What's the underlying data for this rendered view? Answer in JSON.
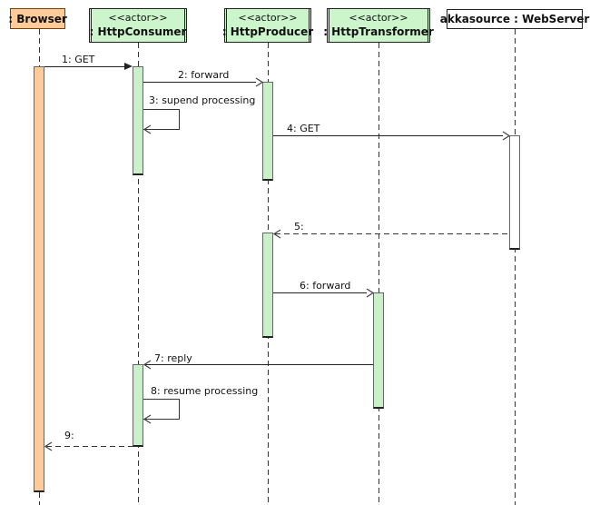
{
  "diagram": {
    "type": "uml-sequence",
    "participants": [
      {
        "id": "browser",
        "stereotype": "",
        "name": ": Browser"
      },
      {
        "id": "consumer",
        "stereotype": "<<actor>>",
        "name": ": HttpConsumer"
      },
      {
        "id": "producer",
        "stereotype": "<<actor>>",
        "name": ": HttpProducer"
      },
      {
        "id": "transformer",
        "stereotype": "<<actor>>",
        "name": ": HttpTransformer"
      },
      {
        "id": "webserver",
        "stereotype": "",
        "name": "akkasource : WebServer"
      }
    ],
    "messages": [
      {
        "label": "1: GET",
        "from": "browser",
        "to": "consumer",
        "line": "solid",
        "arrow": "filled"
      },
      {
        "label": "2: forward",
        "from": "consumer",
        "to": "producer",
        "line": "solid",
        "arrow": "open"
      },
      {
        "label": "3: supend processing",
        "from": "consumer",
        "to": "consumer",
        "line": "solid",
        "arrow": "open",
        "self": true
      },
      {
        "label": "4: GET",
        "from": "producer",
        "to": "webserver",
        "line": "solid",
        "arrow": "open"
      },
      {
        "label": "5:",
        "from": "webserver",
        "to": "producer",
        "line": "dashed",
        "arrow": "open"
      },
      {
        "label": "6: forward",
        "from": "producer",
        "to": "transformer",
        "line": "solid",
        "arrow": "open"
      },
      {
        "label": "7: reply",
        "from": "transformer",
        "to": "consumer",
        "line": "solid",
        "arrow": "open"
      },
      {
        "label": "8: resume processing",
        "from": "consumer",
        "to": "consumer",
        "line": "solid",
        "arrow": "open",
        "self": true
      },
      {
        "label": "9:",
        "from": "consumer",
        "to": "browser",
        "line": "dashed",
        "arrow": "open"
      }
    ],
    "colors": {
      "actor_fill": "#ccf5cc",
      "browser_fill": "#ffcc99",
      "server_fill": "#ffffff",
      "activation_green": "#c9f0c9",
      "activation_orange": "#ffcc99",
      "line": "#333333",
      "browser_border": "#804000",
      "box_border": "#222222"
    }
  }
}
